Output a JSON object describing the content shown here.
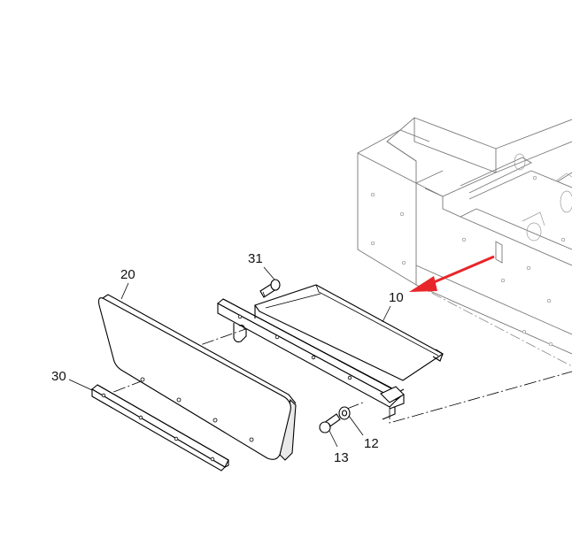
{
  "diagram": {
    "labels": {
      "p10": "10",
      "p12": "12",
      "p13": "13",
      "p20": "20",
      "p30": "30",
      "p31": "31"
    },
    "arrow_color": "#e8262a",
    "line_color": "#000000",
    "frame_line_color": "#777777"
  }
}
